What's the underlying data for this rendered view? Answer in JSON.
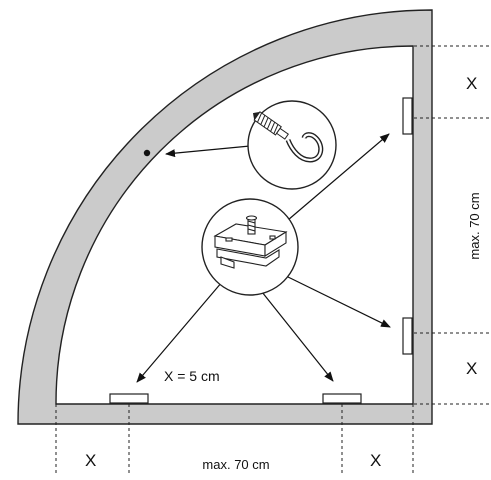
{
  "labels": {
    "x_marker": "X",
    "max_bottom": "max. 70 cm",
    "max_right": "max. 70 cm",
    "formula": "X = 5 cm"
  },
  "colors": {
    "tray_fill": "#cbcbcb",
    "outline": "#222222",
    "inner_fill": "#ffffff",
    "background": "#ffffff"
  },
  "icons": {
    "hook": "screw-hook-icon",
    "bracket": "mounting-bracket-icon"
  }
}
